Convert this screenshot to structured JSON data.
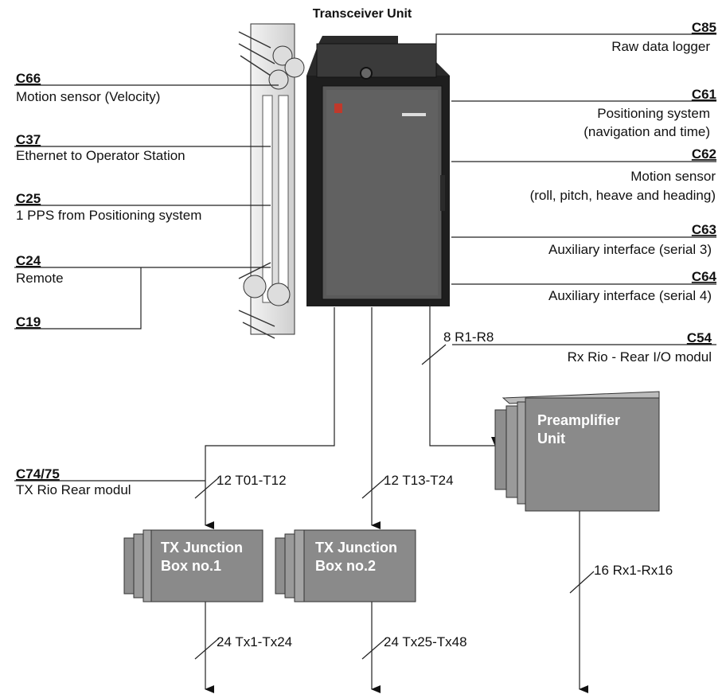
{
  "title": "Transceiver Unit",
  "connectors": {
    "c85": {
      "code": "C85",
      "desc": [
        "Raw data logger"
      ]
    },
    "c61": {
      "code": "C61",
      "desc": [
        "Positioning system",
        "(navigation and time)"
      ]
    },
    "c62": {
      "code": "C62",
      "desc": [
        "Motion sensor",
        "(roll, pitch, heave and heading)"
      ]
    },
    "c63": {
      "code": "C63",
      "desc": [
        "Auxiliary interface (serial 3)"
      ]
    },
    "c64": {
      "code": "C64",
      "desc": [
        "Auxiliary interface (serial 4)"
      ]
    },
    "c54": {
      "code": "C54",
      "desc": [
        "Rx Rio - Rear I/O modul"
      ]
    },
    "c66": {
      "code": "C66",
      "desc": [
        "Motion sensor (Velocity)"
      ]
    },
    "c37": {
      "code": "C37",
      "desc": [
        "Ethernet to Operator Station"
      ]
    },
    "c25": {
      "code": "C25",
      "desc": [
        "1 PPS from Positioning system"
      ]
    },
    "c24": {
      "code": "C24",
      "desc": [
        "Remote"
      ]
    },
    "c19": {
      "code": "C19",
      "desc": []
    },
    "c7475": {
      "code": "C74/75",
      "desc": [
        "TX Rio Rear modul"
      ]
    }
  },
  "boxes": {
    "preamp": [
      "Preamplifier",
      "Unit"
    ],
    "tx1": [
      "TX Junction",
      "Box no.1"
    ],
    "tx2": [
      "TX Junction",
      "Box no.2"
    ]
  },
  "cables": {
    "rx_in": "8  R1-R8",
    "tx1_in": "12  T01-T12",
    "tx2_in": "12  T13-T24",
    "tx1_out": "24  Tx1-Tx24",
    "tx2_out": "24  Tx25-Tx48",
    "rx_out": "16  Rx1-Rx16"
  }
}
